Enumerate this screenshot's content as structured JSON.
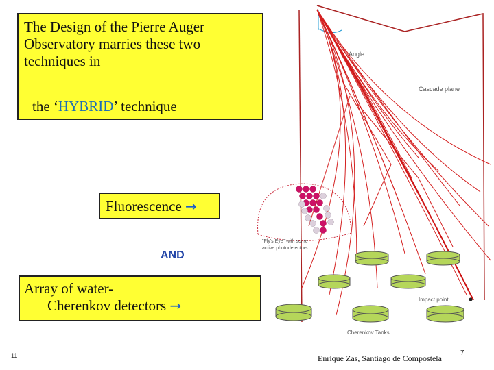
{
  "title_box": {
    "line1": "The Design of the Pierre Auger",
    "line2": "Observatory marries these two",
    "line3": "techniques in",
    "hybrid_prefix": "the ‘",
    "hybrid_word": "HYBRID",
    "hybrid_suffix": "’ technique"
  },
  "fluorescence_box": {
    "label": "Fluorescence",
    "arrow": "→"
  },
  "and_label": "AND",
  "array_box": {
    "line1": "Array of water-",
    "line2": "Cherenkov detectors",
    "arrow": "→"
  },
  "diagram": {
    "angle_label": "Angle",
    "cascade_label": "Cascade plane",
    "flys_eye_line1": "\"Fly's Eye\" with some",
    "flys_eye_line2": "active photodetectors",
    "impact_label": "Impact point",
    "tanks_label": "Cherenkov Tanks"
  },
  "footer": {
    "left_number": "11",
    "credit": "Enrique Zas, Santiago de Compostela",
    "right_number": "7"
  },
  "colors": {
    "box_fill": "#ffff33",
    "accent_blue": "#1a5fc8",
    "shower_red": "#cc1111",
    "tank_green": "#b5d65a"
  }
}
